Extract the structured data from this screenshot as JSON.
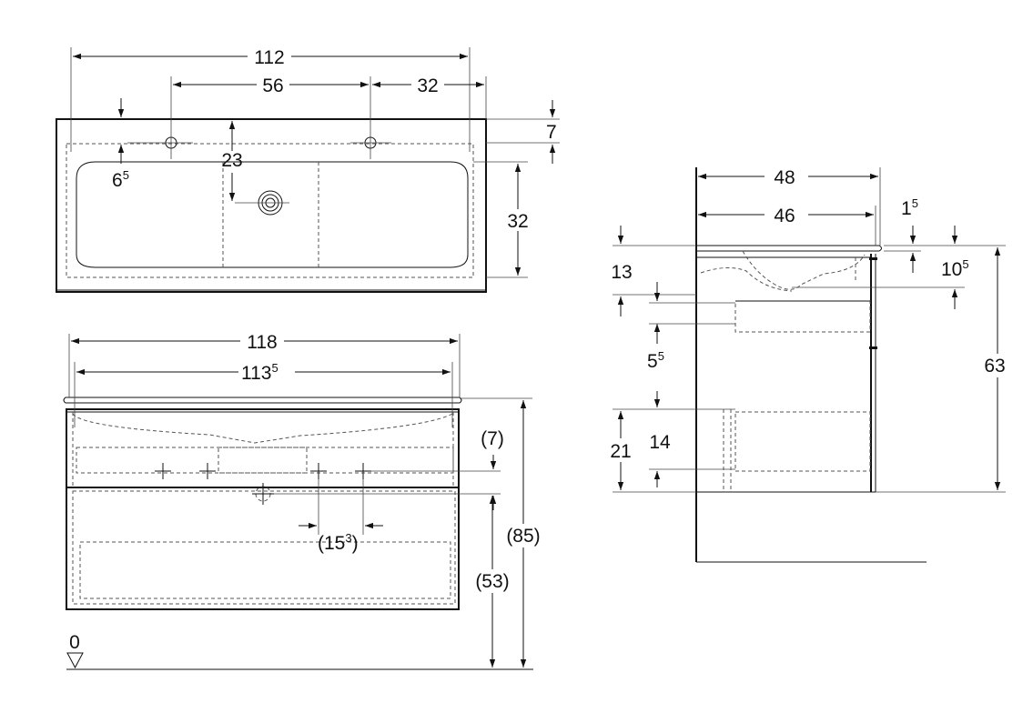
{
  "top_view": {
    "width_total": "112",
    "tap_spacing": "56",
    "tap_offset": "32",
    "rim_depth": "7",
    "tap_from_edge": {
      "main": "6",
      "sup": "5"
    },
    "drain_from_back": "23",
    "basin_depth": "32"
  },
  "front_view": {
    "width_outer": "118",
    "width_inner": {
      "main": "113",
      "sup": "5"
    },
    "ref_7": "(7)",
    "tap_gap": {
      "open": "(15",
      "sup": "3",
      "close": ")"
    },
    "height_total": "(85)",
    "height_cabinet": "(53)",
    "floor_level": "0"
  },
  "side_view": {
    "depth_outer": "48",
    "depth_inner": "46",
    "top_thickness": {
      "main": "1",
      "sup": "5"
    },
    "top_to_basin": "13",
    "basin_depth": {
      "main": "10",
      "sup": "5"
    },
    "drawer_gap": {
      "main": "5",
      "sup": "5"
    },
    "height_total": "63",
    "lower_drawer_outer": "21",
    "lower_drawer_inner": "14"
  }
}
